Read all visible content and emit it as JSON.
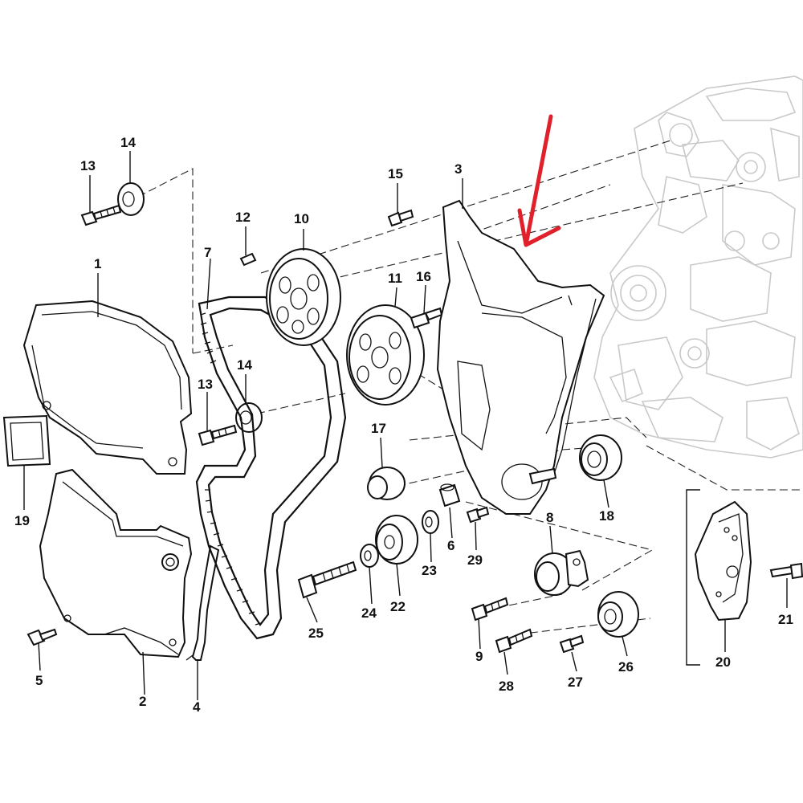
{
  "diagram": {
    "labels": {
      "p1": "1",
      "p2": "2",
      "p3": "3",
      "p4": "4",
      "p5": "5",
      "p6": "6",
      "p7": "7",
      "p8": "8",
      "p9": "9",
      "p10": "10",
      "p11": "11",
      "p12": "12",
      "p13a": "13",
      "p13b": "13",
      "p14a": "14",
      "p14b": "14",
      "p15": "15",
      "p16": "16",
      "p17": "17",
      "p18": "18",
      "p19": "19",
      "p20": "20",
      "p21": "21",
      "p22": "22",
      "p23": "23",
      "p24": "24",
      "p25": "25",
      "p26": "26",
      "p27": "27",
      "p28": "28",
      "p29": "29"
    },
    "annotation_color": "#e0202a",
    "line_color": "#111111",
    "ghost_color": "#c9c9c9"
  }
}
